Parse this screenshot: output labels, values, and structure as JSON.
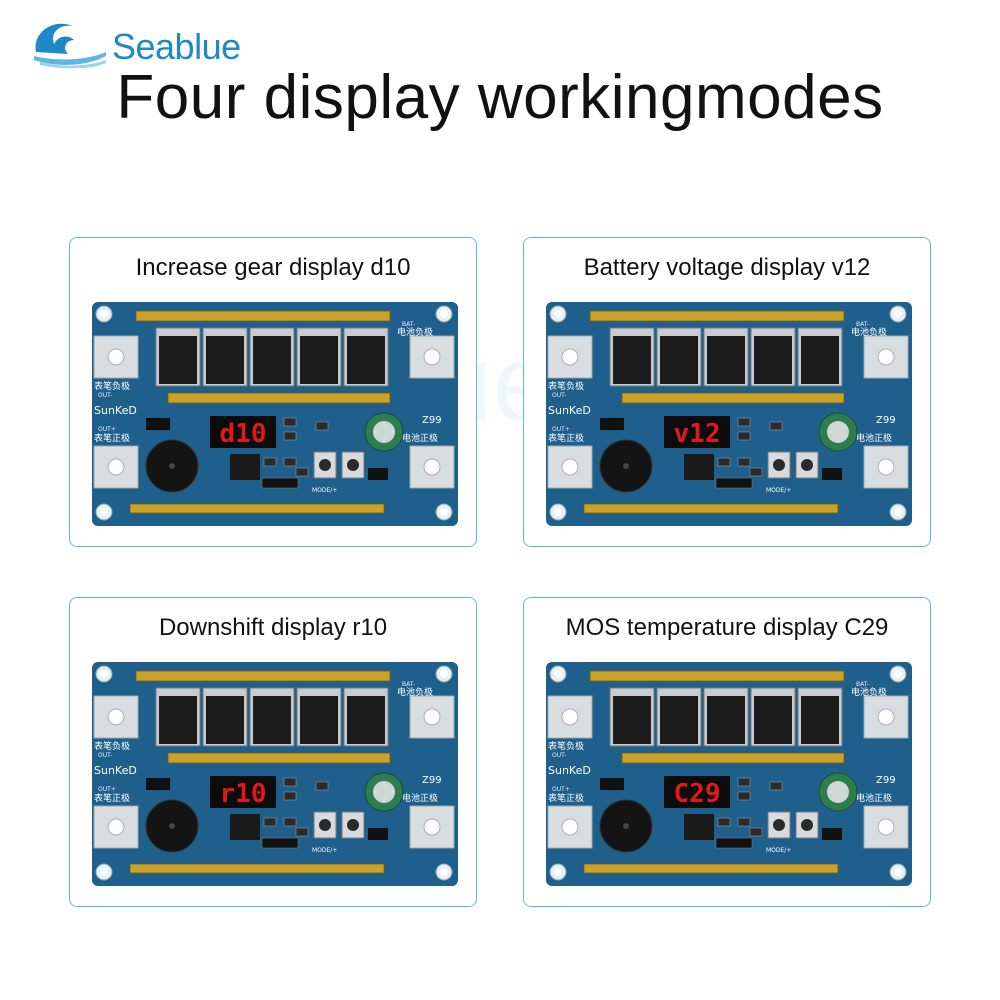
{
  "brand": {
    "name": "Seablue",
    "color": "#1e88c8"
  },
  "title": "Four display workingmodes",
  "panels": [
    {
      "title": "Increase gear display d10",
      "display": "d10"
    },
    {
      "title": "Battery voltage display v12",
      "display": "v12"
    },
    {
      "title": "Downshift display r10",
      "display": "r10"
    },
    {
      "title": "MOS temperature display C29",
      "display": "C29"
    }
  ],
  "board": {
    "label_bat_neg": "电池负极",
    "label_bat_neg_code": "BAT-",
    "label_pen_neg": "表笔负极",
    "label_out_neg": "OUT-",
    "label_out_pos": "OUT+",
    "label_pen_pos": "表笔正极",
    "label_bat_pos": "电池正极",
    "brand": "SunKeD",
    "model": "Z99",
    "button_label": "MODE/+",
    "colors": {
      "pcb": "#1e5f8c",
      "copper": "#c9a227",
      "display": "#e01a1a"
    }
  },
  "watermark": "Seablue"
}
